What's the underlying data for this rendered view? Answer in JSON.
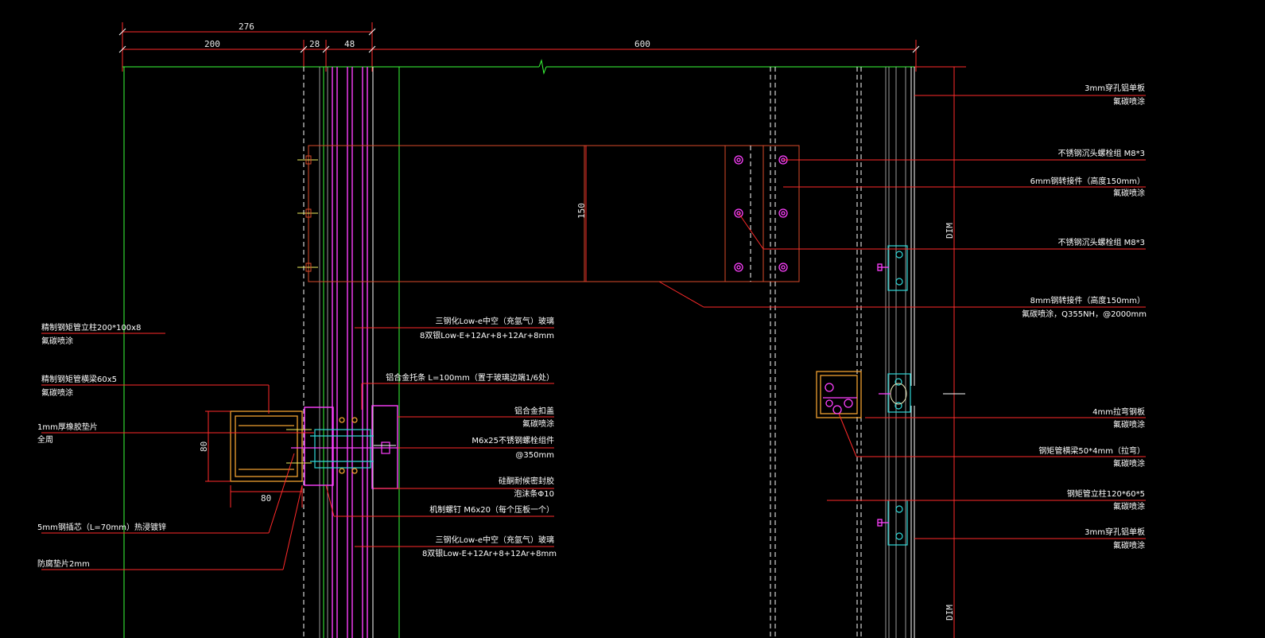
{
  "dimensions": {
    "top_total": "276",
    "d200": "200",
    "d28": "28",
    "d48": "48",
    "d600": "600",
    "h150": "150",
    "h80": "80",
    "w80": "80",
    "dim_upper": "DIM",
    "dim_lower": "DIM"
  },
  "left_callouts": [
    {
      "line1": "精制钢矩管立柱200*100x8",
      "line2": "氟碳喷涂"
    },
    {
      "line1": "精制钢矩管横梁60x5",
      "line2": "氟碳喷涂"
    },
    {
      "line1": "1mm厚橡胶垫片",
      "line2": "全周"
    },
    {
      "line1": "5mm钢插芯（L=70mm）热浸镀锌",
      "line2": ""
    },
    {
      "line1": "防腐垫片2mm",
      "line2": ""
    }
  ],
  "center_callouts": [
    {
      "line1": "三钢化Low-e中空（充氩气）玻璃",
      "line2": "8双银Low-E+12Ar+8+12Ar+8mm"
    },
    {
      "line1": "铝合金托条 L=100mm（置于玻璃边端1/6处）",
      "line2": ""
    },
    {
      "line1": "铝合金扣盖",
      "line2": "氟碳喷涂"
    },
    {
      "line1": "M6x25不锈钢螺栓组件",
      "line2": "@350mm"
    },
    {
      "line1": "硅酮耐候密封胶",
      "line2": "泡沫条Φ10"
    },
    {
      "line1": "机制螺钉 M6x20（每个压板一个）",
      "line2": ""
    },
    {
      "line1": "三钢化Low-e中空（充氩气）玻璃",
      "line2": "8双银Low-E+12Ar+8+12Ar+8mm"
    }
  ],
  "right_callouts": [
    {
      "line1": "3mm穿孔铝单板",
      "line2": "氟碳喷涂"
    },
    {
      "line1": "不锈钢沉头螺栓组 M8*3",
      "line2": ""
    },
    {
      "line1": "6mm钢转接件（高度150mm）",
      "line2": "氟碳喷涂"
    },
    {
      "line1": "不锈钢沉头螺栓组 M8*3",
      "line2": ""
    },
    {
      "line1": "8mm钢转接件（高度150mm）",
      "line2": "氟碳喷涂，Q355NH，@2000mm"
    },
    {
      "line1": "4mm拉弯钢板",
      "line2": "氟碳喷涂"
    },
    {
      "line1": "钢矩管横梁50*4mm（拉弯）",
      "line2": "氟碳喷涂"
    },
    {
      "line1": "钢矩管立柱120*60*5",
      "line2": "氟碳喷涂"
    },
    {
      "line1": "3mm穿孔铝单板",
      "line2": "氟碳喷涂"
    }
  ],
  "colors": {
    "background": "#000000",
    "leader": "#ff2a2a",
    "glass": "#ff40ff",
    "frame": "#3aff3a",
    "bracket": "#d84a2a",
    "fitting": "#30d8d8"
  }
}
